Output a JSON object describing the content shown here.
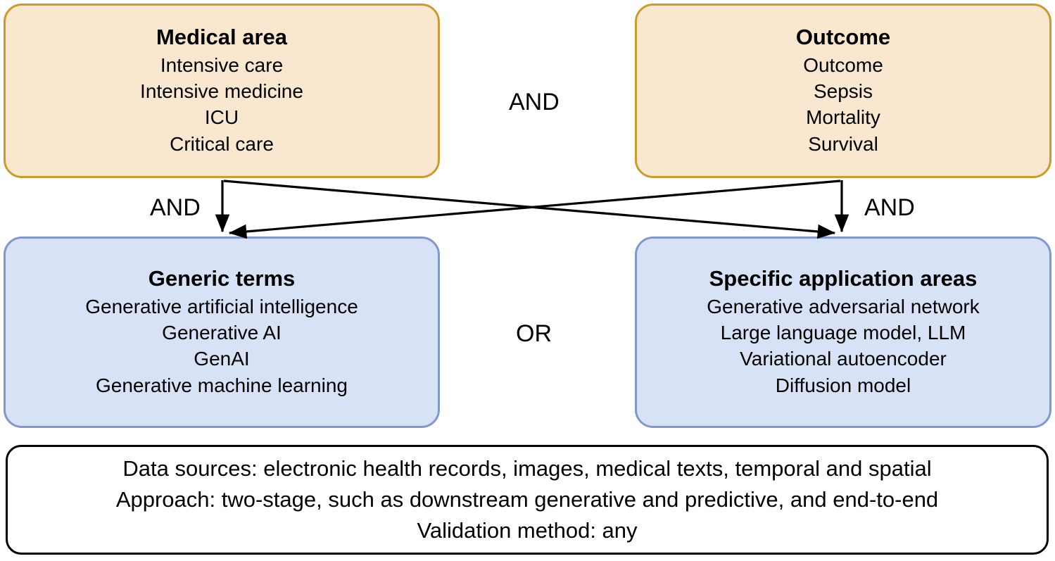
{
  "diagram": {
    "title_absent": true,
    "boxes": {
      "medical_area": {
        "title": "Medical area",
        "items": [
          "Intensive care",
          "Intensive medicine",
          "ICU",
          "Critical care"
        ],
        "fill_color": "#fae7d0",
        "border_color": "#cc9b2e"
      },
      "outcome": {
        "title": "Outcome",
        "items": [
          "Outcome",
          "Sepsis",
          "Mortality",
          "Survival"
        ],
        "fill_color": "#fae7d0",
        "border_color": "#cc9b2e"
      },
      "generic_terms": {
        "title": "Generic terms",
        "items": [
          "Generative artificial intelligence",
          "Generative AI",
          "GenAI",
          "Generative machine learning"
        ],
        "fill_color": "#d7e2f6",
        "border_color": "#8297cd"
      },
      "specific_application_areas": {
        "title": "Specific application areas",
        "items": [
          "Generative adversarial network",
          "Large language model, LLM",
          "Variational autoencoder",
          "Diffusion model"
        ],
        "fill_color": "#d7e2f6",
        "border_color": "#8297cd"
      },
      "criteria": {
        "lines": [
          "Data sources: electronic health records, images, medical texts, temporal and spatial",
          "Approach: two-stage, such as downstream generative and predictive, and end-to-end",
          "Validation method: any"
        ],
        "fill_color": "#ffffff",
        "border_color": "#000000"
      }
    },
    "operators": {
      "top_between_boxes": "AND",
      "middle_between_boxes": "OR",
      "left_vertical": "AND",
      "right_vertical": "AND"
    },
    "connectors": [
      {
        "from": "medical_area",
        "to": "generic_terms",
        "style": "arrow"
      },
      {
        "from": "medical_area",
        "to": "specific_application_areas",
        "style": "arrow"
      },
      {
        "from": "outcome",
        "to": "generic_terms",
        "style": "arrow"
      },
      {
        "from": "outcome",
        "to": "specific_application_areas",
        "style": "arrow"
      }
    ]
  }
}
